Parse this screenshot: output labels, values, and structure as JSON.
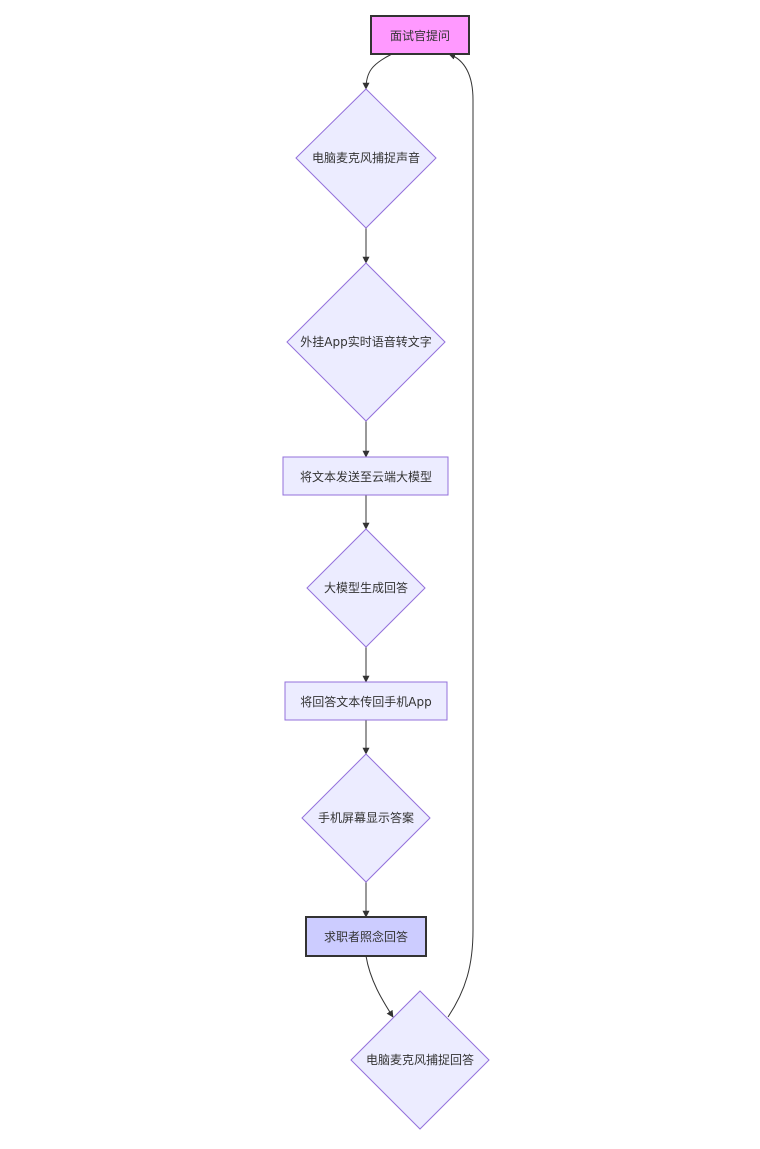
{
  "diagram": {
    "type": "flowchart",
    "colors": {
      "default_fill": "#ECECFF",
      "default_stroke": "#9370DB",
      "start_fill": "#FF99FF",
      "start_stroke": "#333333",
      "highlight_fill": "#CCCCFF",
      "highlight_stroke": "#333333",
      "edge": "#333333"
    },
    "nodes": [
      {
        "id": "A",
        "shape": "rect",
        "style": "start",
        "label": "面试官提问"
      },
      {
        "id": "B",
        "shape": "diamond",
        "style": "default",
        "label": "电脑麦克风捕捉声音"
      },
      {
        "id": "C",
        "shape": "diamond",
        "style": "default",
        "label": "外挂App实时语音转文字"
      },
      {
        "id": "D",
        "shape": "rect",
        "style": "default",
        "label": "将文本发送至云端大模型"
      },
      {
        "id": "E",
        "shape": "diamond",
        "style": "default",
        "label": "大模型生成回答"
      },
      {
        "id": "F",
        "shape": "rect",
        "style": "default",
        "label": "将回答文本传回手机App"
      },
      {
        "id": "G",
        "shape": "diamond",
        "style": "default",
        "label": "手机屏幕显示答案"
      },
      {
        "id": "H",
        "shape": "rect",
        "style": "highlight",
        "label": "求职者照念回答"
      },
      {
        "id": "I",
        "shape": "diamond",
        "style": "default",
        "label": "电脑麦克风捕捉回答"
      }
    ],
    "edges": [
      {
        "from": "A",
        "to": "B"
      },
      {
        "from": "B",
        "to": "C"
      },
      {
        "from": "C",
        "to": "D"
      },
      {
        "from": "D",
        "to": "E"
      },
      {
        "from": "E",
        "to": "F"
      },
      {
        "from": "F",
        "to": "G"
      },
      {
        "from": "G",
        "to": "H"
      },
      {
        "from": "H",
        "to": "I"
      },
      {
        "from": "I",
        "to": "A"
      }
    ]
  }
}
